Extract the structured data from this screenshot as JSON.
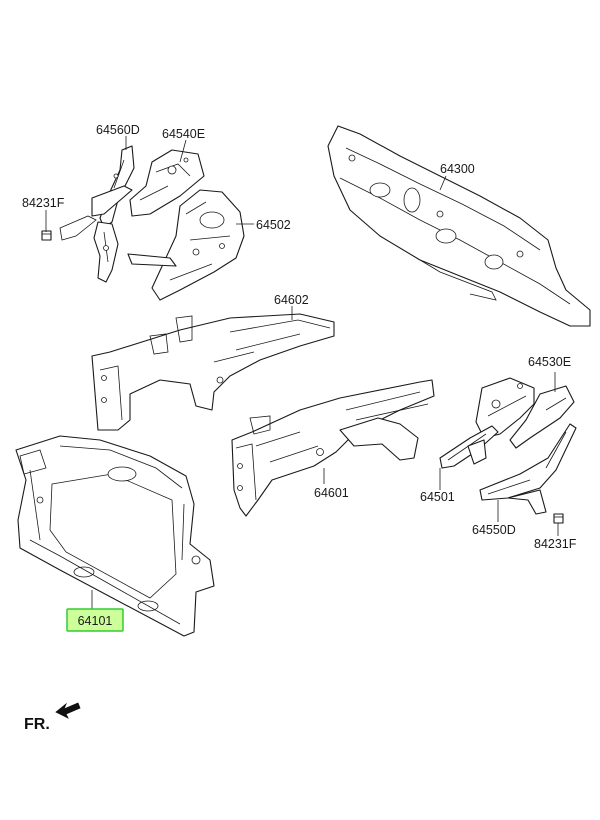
{
  "part_labels": {
    "p64560D": "64560D",
    "p64540E": "64540E",
    "p84231F_left": "84231F",
    "p64502": "64502",
    "p64300": "64300",
    "p64602": "64602",
    "p64530E": "64530E",
    "p64601": "64601",
    "p64501": "64501",
    "p64550D": "64550D",
    "p84231F_right": "84231F",
    "p64101": "64101"
  },
  "highlighted_part": "64101",
  "direction_label": "FR.",
  "colors": {
    "line": "#1a1a1a",
    "highlight_fill": "#ccff99",
    "highlight_border": "#33cc33"
  }
}
